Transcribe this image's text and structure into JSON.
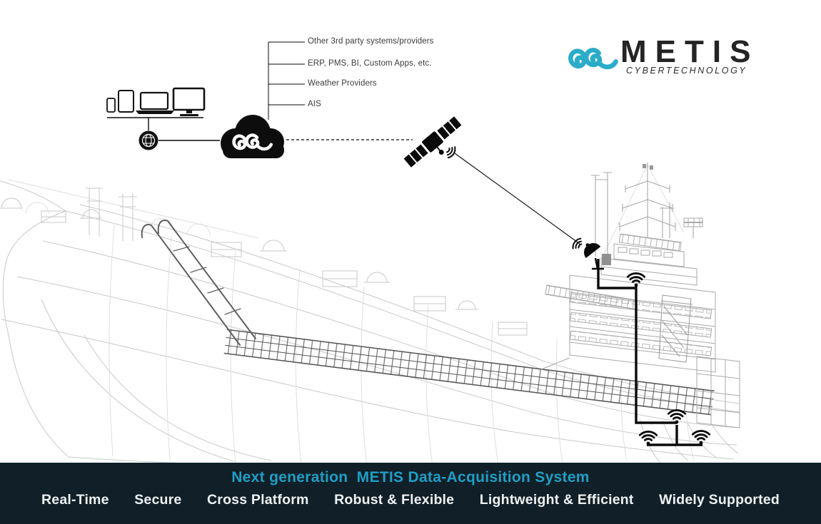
{
  "brand": {
    "name": "METIS",
    "subtitle": "CYBERTECHNOLOGY",
    "accent_color": "#2bacc9",
    "text_color": "#242424"
  },
  "sources": {
    "items": [
      "Other 3rd party systems/providers",
      "ERP, PMS, BI, Custom Apps, etc.",
      "Weather Providers",
      "AIS"
    ]
  },
  "icons": {
    "shore_devices": [
      "smartphone",
      "tablet",
      "laptop",
      "monitor"
    ],
    "network": [
      "globe",
      "metis-cloud",
      "satellite",
      "satellite-dish",
      "wifi"
    ]
  },
  "banner": {
    "heading": "Next generation  METIS Data-Acquisition System",
    "heading_color": "#1f9fc5",
    "background": "#101f28",
    "features": [
      "Real-Time",
      "Secure",
      "Cross Platform",
      "Robust & Flexible",
      "Lightweight & Efficient",
      "Widely Supported"
    ]
  }
}
